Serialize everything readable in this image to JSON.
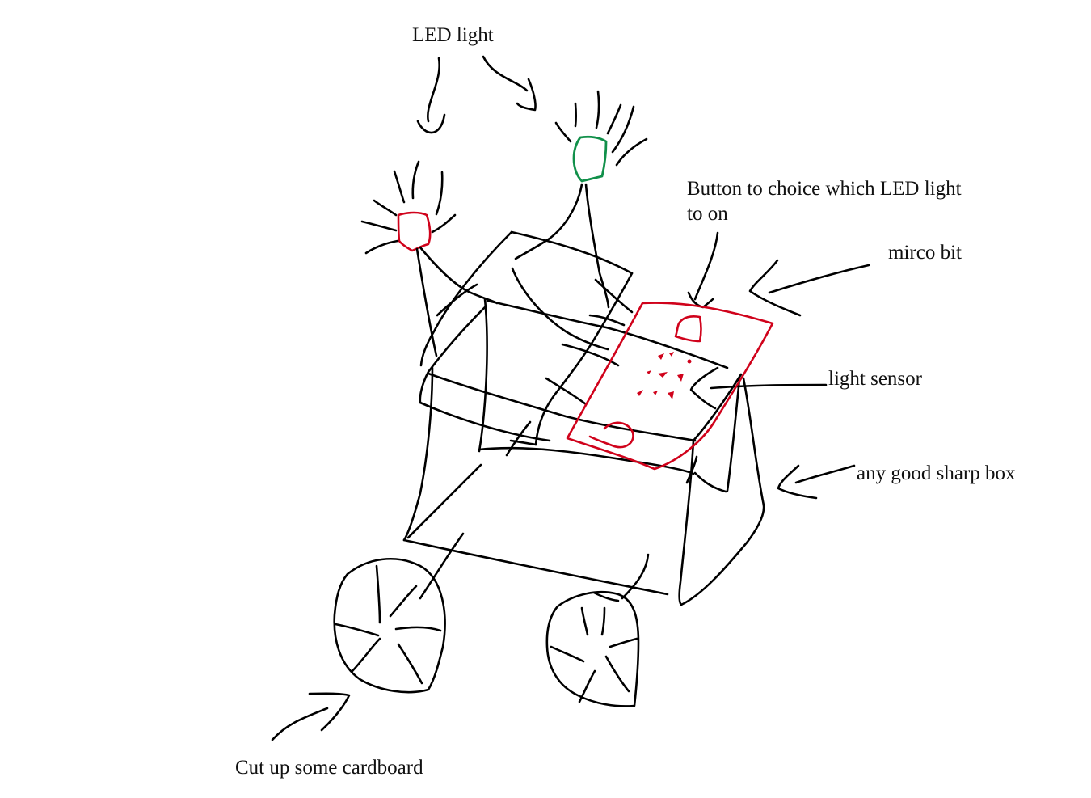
{
  "labels": {
    "led_light": "LED light",
    "button": "Button to choice which LED light to on",
    "microbit": "mirco bit",
    "light_sensor": "light sensor",
    "box": "any good sharp box",
    "cardboard": "Cut up some cardboard"
  },
  "colors": {
    "ink": "#000000",
    "red_led": "#d0021b",
    "green_led": "#11904a",
    "microbit_outline": "#d0021b"
  }
}
